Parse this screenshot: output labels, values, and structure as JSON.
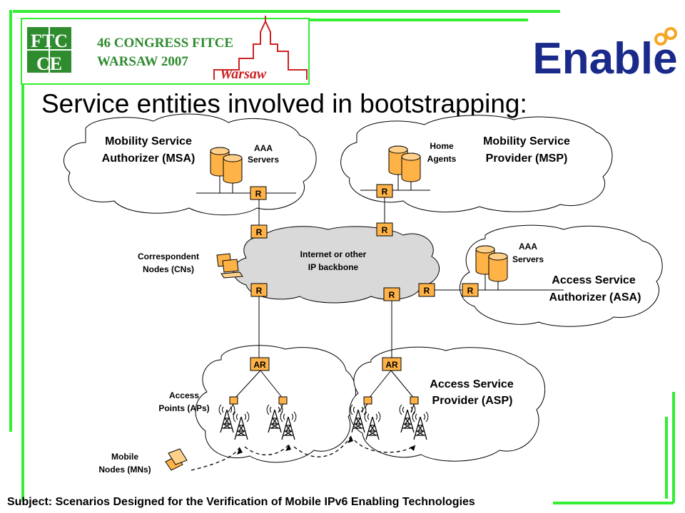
{
  "header": {
    "congress_line1": "46 CONGRESS FITCE",
    "congress_line2": "WARSAW 2007",
    "fitce_logo_top": "FTC",
    "fitce_logo_bottom": "CE",
    "warsaw_logo": "Warsaw",
    "enable_logo": "Enable"
  },
  "slide": {
    "title": "Service entities involved in bootstrapping:",
    "subject": "Subject: Scenarios Designed for the Verification of Mobile IPv6 Enabling Technologies"
  },
  "clouds": {
    "msa": {
      "line1": "Mobility Service",
      "line2": "Authorizer (MSA)",
      "servers_line1": "AAA",
      "servers_line2": "Servers"
    },
    "msp": {
      "line1": "Mobility Service",
      "line2": "Provider (MSP)",
      "servers_line1": "Home",
      "servers_line2": "Agents"
    },
    "backbone": {
      "line1": "Internet or other",
      "line2": "IP backbone"
    },
    "asa": {
      "line1": "Access Service",
      "line2": "Authorizer (ASA)",
      "servers_line1": "AAA",
      "servers_line2": "Servers"
    },
    "asp": {
      "line1": "Access Service",
      "line2": "Provider (ASP)"
    }
  },
  "labels": {
    "cn_line1": "Correspondent",
    "cn_line2": "Nodes (CNs)",
    "ap_line1": "Access",
    "ap_line2": "Points (APs)",
    "mn_line1": "Mobile",
    "mn_line2": "Nodes (MNs)"
  },
  "router_label": "R",
  "access_router_label": "AR",
  "colors": {
    "frame_green": "#33ee33",
    "router_fill": "#ffb347",
    "backbone_fill": "#d9d9d9",
    "server_fill": "#ffb347",
    "enable_blue": "#1a2a8a",
    "enable_orange": "#f5a623",
    "fitce_green": "#2e8b2e",
    "warsaw_red": "#cc2222"
  }
}
